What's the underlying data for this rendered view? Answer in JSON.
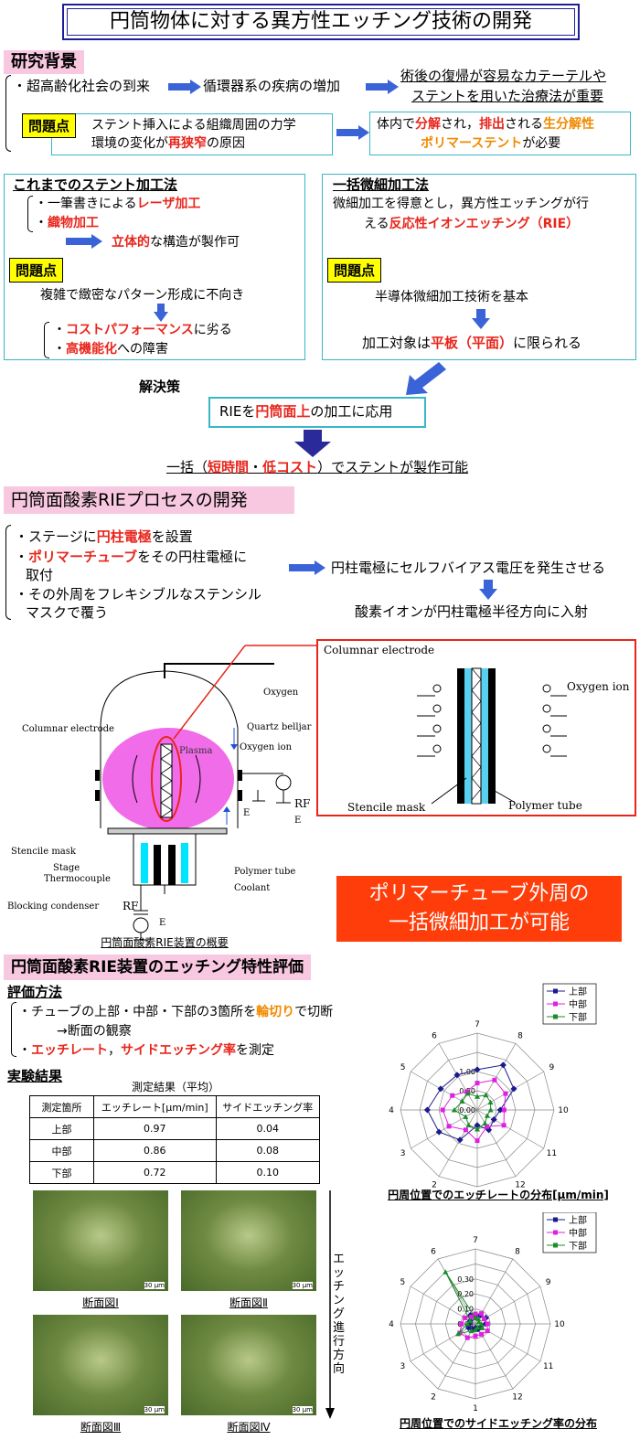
{
  "title": "円筒物体に対する異方性エッチング技術の開発",
  "bg": {
    "heading": "研究背景",
    "s1": "・超高齢化社会の到来",
    "s2": "循環器系の疾病の増加",
    "s3a": "術後の復帰が容易なカテーテルや",
    "s3b": "ステントを用いた治療法が重要",
    "warn": "問題点",
    "p1a": "ステント挿入による組織周囲の力学",
    "p1b_pre": "環境の変化が",
    "p1b_red": "再狭窄",
    "p1b_post": "の原因",
    "p2_pre": "体内で",
    "p2_red1": "分解",
    "p2_mid": "され，",
    "p2_red2": "排出",
    "p2_mid2": "される",
    "p2_org1": "生分解性",
    "p2_org2": "ポリマーステント",
    "p2_post": "が必要"
  },
  "conv": {
    "heading": "これまでのステント加工法",
    "l1_pre": "・一筆書きによる",
    "l1_red": "レーザ加工",
    "l2_red": "織物加工",
    "l2_pre": "・",
    "l3_red": "立体的",
    "l3_post": "な構造が製作可",
    "warn": "問題点",
    "p1": "複雑で緻密なパターン形成に不向き",
    "p2_red": "コストパフォーマンス",
    "p2_post": "に劣る",
    "p3_red": "高機能化",
    "p3_post": "への障害"
  },
  "batch": {
    "heading": "一括微細加工法",
    "l1": "微細加工を得意とし，異方性エッチングが行",
    "l2_pre": "える",
    "l2_red": "反応性イオンエッチング（RIE）",
    "warn": "問題点",
    "p1": "半導体微細加工技術を基本",
    "p2_pre": "加工対象は",
    "p2_red": "平板（平面）",
    "p2_post": "に限られる"
  },
  "solution": {
    "label": "解決策",
    "box_pre": "RIEを",
    "box_red": "円筒面上",
    "box_post": "の加工に応用",
    "result_pre": "一括（",
    "result_red1": "短時間",
    "result_mid": "・",
    "result_red2": "低コスト",
    "result_post": "）でステントが製作可能"
  },
  "process": {
    "heading": "円筒面酸素RIEプロセスの開発",
    "l1_pre": "・ステージに",
    "l1_red": "円柱電極",
    "l1_post": "を設置",
    "l2_red": "ポリマーチューブ",
    "l2_pre": "・",
    "l2_post": "をその円柱電極に",
    "l3": "取付",
    "l4": "・その外周をフレキシブルなステンシル",
    "l5": "マスクで覆う",
    "r1": "円柱電極にセルフバイアス電圧を発生させる",
    "r2": "酸素イオンが円柱電極半径方向に入射"
  },
  "diagram": {
    "oxygen": "Oxygen",
    "columnar": "Columnar electrode",
    "quartz": "Quartz belljar",
    "plasma": "Plasma",
    "oxygen_ion": "Oxygen ion",
    "rf": "RF",
    "e": "E",
    "stencile": "Stencile mask",
    "stage": "Stage",
    "thermo": "Thermocouple",
    "polymer": "Polymer tube",
    "coolant": "Coolant",
    "blocking": "Blocking condenser",
    "caption": "円筒面酸素RIE装置の概要",
    "zoom_columnar": "Columnar electrode",
    "zoom_oxygen_ion": "Oxygen ion",
    "zoom_stencile": "Stencile mask",
    "zoom_polymer": "Polymer tube"
  },
  "highlight": {
    "l1": "ポリマーチューブ外周の",
    "l2": "一括微細加工が可能"
  },
  "eval": {
    "heading": "円筒面酸素RIE装置のエッチング特性評価",
    "method": "評価方法",
    "m1_pre": "・チューブの上部・中部・下部の3箇所を",
    "m1_red": "輪切り",
    "m1_post": "で切断",
    "m2": "→断面の観察",
    "m3_pre": "・",
    "m3_red1": "エッチレート",
    "m3_mid": "，",
    "m3_red2": "サイドエッチング率",
    "m3_post": "を測定",
    "results": "実験結果",
    "table_caption": "測定結果（平均）",
    "table_head": [
      "測定箇所",
      "エッチレート[μm/min]",
      "サイドエッチング率"
    ],
    "table_rows": [
      [
        "上部",
        "0.97",
        "0.04"
      ],
      [
        "中部",
        "0.86",
        "0.08"
      ],
      [
        "下部",
        "0.72",
        "0.10"
      ]
    ],
    "photos": [
      "断面図Ⅰ",
      "断面図Ⅱ",
      "断面図Ⅲ",
      "断面図Ⅳ"
    ],
    "scale": "30 μm",
    "direction": "エッチング進行方向"
  },
  "chart_data": [
    {
      "type": "radar",
      "title": "円周位置でのエッチレートの分布[μm/min]",
      "axes": [
        "1",
        "2",
        "3",
        "4",
        "5",
        "6",
        "7",
        "8",
        "9",
        "10",
        "11",
        "12"
      ],
      "ticks": [
        "0.00",
        "0.50",
        "1.00"
      ],
      "rmax": 1.5,
      "series": [
        {
          "name": "上部",
          "color": "#1a1a8c",
          "values": [
            0.4,
            0.9,
            1.15,
            1.3,
            1.1,
            1.05,
            1.05,
            1.35,
            1.1,
            0.6,
            0.5,
            0.6
          ]
        },
        {
          "name": "中部",
          "color": "#e020e0",
          "values": [
            0.8,
            0.6,
            0.85,
            0.9,
            0.75,
            0.55,
            0.7,
            0.9,
            0.85,
            0.7,
            0.8,
            0.5
          ]
        },
        {
          "name": "下部",
          "color": "#1a8c2a",
          "values": [
            0.5,
            0.45,
            0.35,
            0.6,
            0.45,
            0.5,
            0.35,
            0.45,
            0.4,
            0.35,
            0.3,
            0.4
          ]
        }
      ]
    },
    {
      "type": "radar",
      "title": "円周位置でのサイドエッチング率の分布",
      "axes": [
        "1",
        "2",
        "3",
        "4",
        "5",
        "6",
        "7",
        "8",
        "9",
        "10",
        "11",
        "12"
      ],
      "ticks": [
        "0.00",
        "0.10",
        "0.20",
        "0.30"
      ],
      "rmax": 0.3,
      "series": [
        {
          "name": "上部",
          "color": "#1a1a8c",
          "values": [
            0.02,
            0.03,
            0.04,
            0.03,
            0.03,
            0.05,
            0.04,
            0.05,
            0.06,
            0.05,
            0.03,
            0.03
          ]
        },
        {
          "name": "中部",
          "color": "#e020e0",
          "values": [
            0.06,
            0.08,
            0.09,
            0.07,
            0.06,
            0.04,
            0.05,
            0.06,
            0.05,
            0.06,
            0.07,
            0.06
          ]
        },
        {
          "name": "下部",
          "color": "#1a8c2a",
          "values": [
            0.03,
            0.04,
            0.1,
            0.04,
            0.03,
            0.3,
            0.03,
            0.03,
            0.02,
            0.03,
            0.04,
            0.02
          ]
        }
      ]
    }
  ]
}
